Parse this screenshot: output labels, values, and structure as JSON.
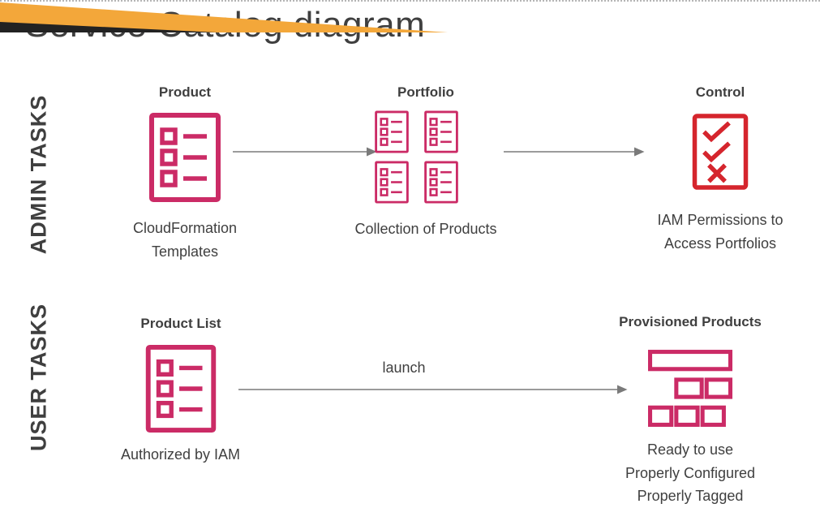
{
  "title": "Service Catalog diagram",
  "colors": {
    "text": "#3f3f3f",
    "pink": "#cb2b66",
    "red": "#d5252d",
    "arrow": "#7a7a7a",
    "divider": "#b5b5b5",
    "orange": "#f3a73a",
    "dark": "#222222"
  },
  "admin_section": {
    "label": "ADMIN TASKS",
    "product": {
      "label": "Product",
      "caption": "CloudFormation Templates",
      "icon": "checklist-document-icon"
    },
    "portfolio": {
      "label": "Portfolio",
      "caption": "Collection of Products",
      "icon": "checklist-document-grid-icon"
    },
    "control": {
      "label": "Control",
      "caption": "IAM Permissions to Access Portfolios",
      "icon": "approval-checklist-icon"
    }
  },
  "user_section": {
    "label": "USER TASKS",
    "product_list": {
      "label": "Product List",
      "caption": "Authorized by IAM",
      "icon": "checklist-document-icon"
    },
    "launch_label": "launch",
    "provisioned": {
      "label": "Provisioned Products",
      "caption_lines": [
        "Ready to use",
        "Properly Configured",
        "Properly Tagged"
      ],
      "icon": "stacked-blocks-icon"
    }
  }
}
